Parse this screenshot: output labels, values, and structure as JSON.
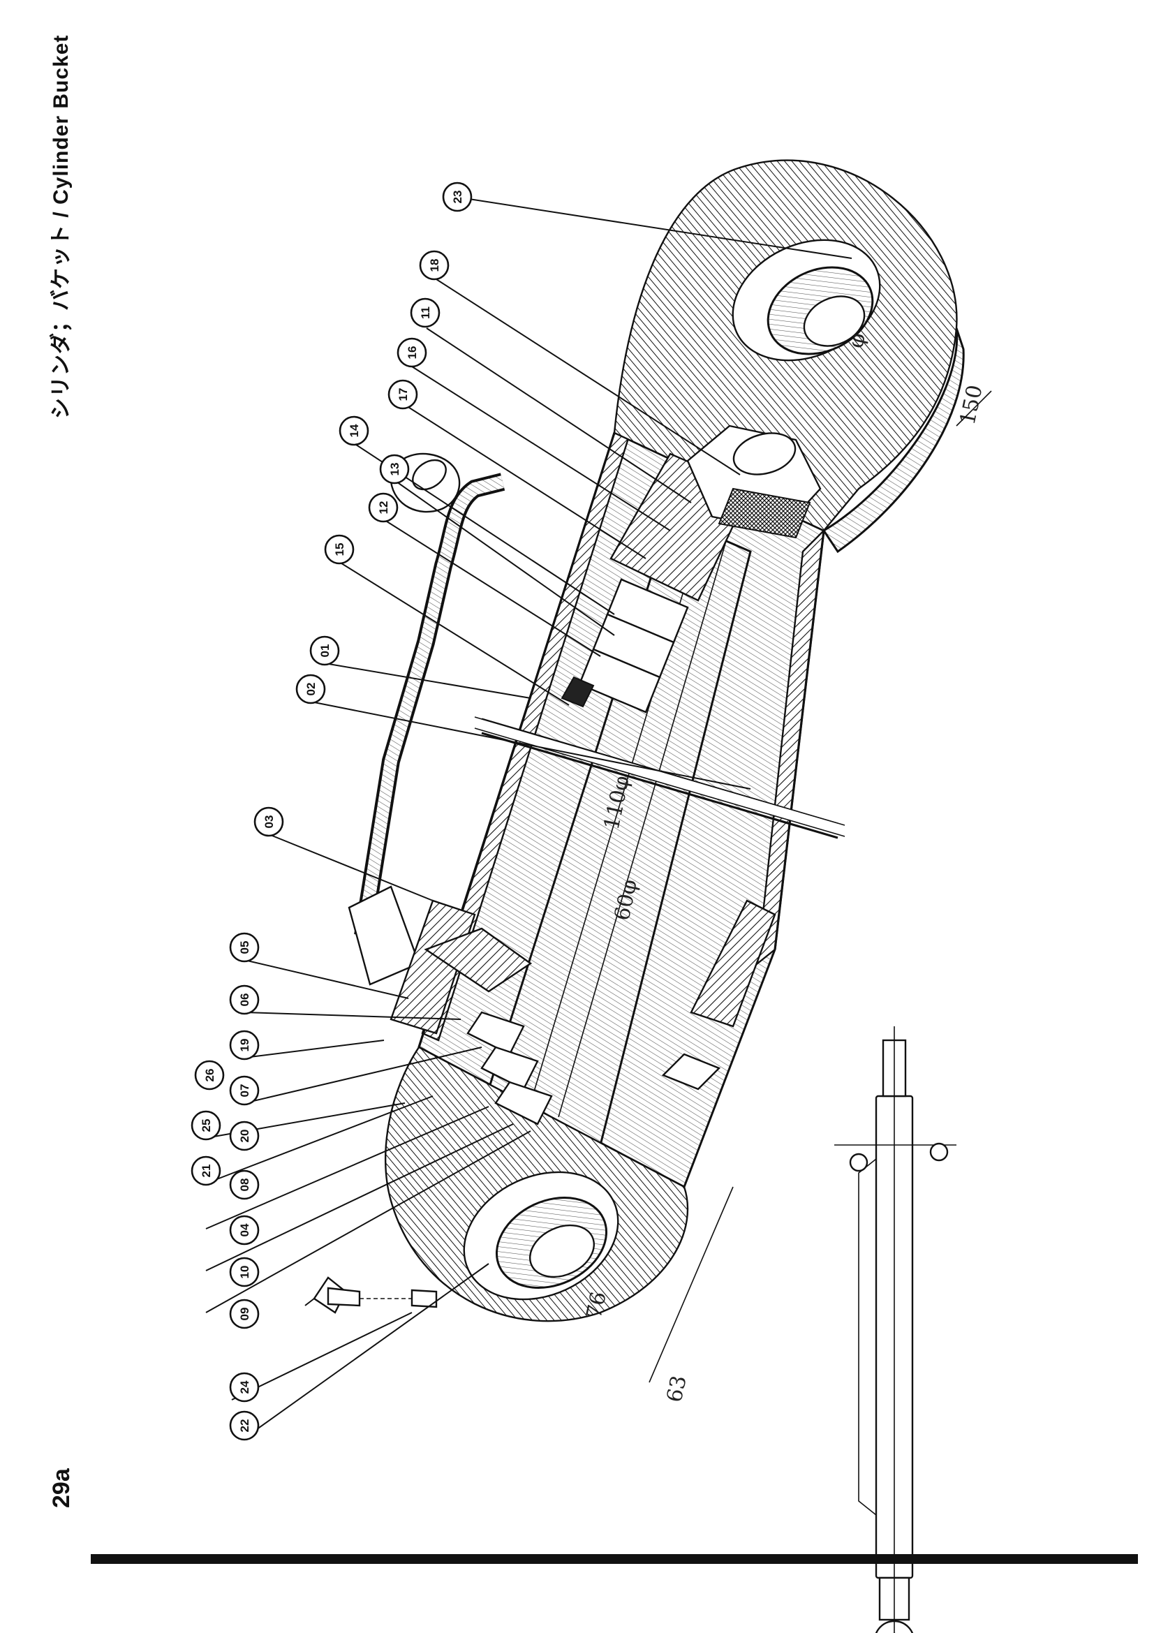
{
  "header": {
    "title": "シリンダ；バケット / Cylinder Bucket",
    "page_number": "29a"
  },
  "callouts": [
    {
      "id": "c23",
      "label": "23"
    },
    {
      "id": "c18",
      "label": "18"
    },
    {
      "id": "c11",
      "label": "11"
    },
    {
      "id": "c16",
      "label": "16"
    },
    {
      "id": "c17",
      "label": "17"
    },
    {
      "id": "c14",
      "label": "14"
    },
    {
      "id": "c13",
      "label": "13"
    },
    {
      "id": "c12",
      "label": "12"
    },
    {
      "id": "c15",
      "label": "15"
    },
    {
      "id": "c01",
      "label": "01"
    },
    {
      "id": "c02",
      "label": "02"
    },
    {
      "id": "c03",
      "label": "03"
    },
    {
      "id": "c05",
      "label": "05"
    },
    {
      "id": "c06",
      "label": "06"
    },
    {
      "id": "c19",
      "label": "19"
    },
    {
      "id": "c26",
      "label": "26"
    },
    {
      "id": "c07",
      "label": "07"
    },
    {
      "id": "c25",
      "label": "25"
    },
    {
      "id": "c20",
      "label": "20"
    },
    {
      "id": "c21",
      "label": "21"
    },
    {
      "id": "c08",
      "label": "08"
    },
    {
      "id": "c04",
      "label": "04"
    },
    {
      "id": "c10",
      "label": "10"
    },
    {
      "id": "c09",
      "label": "09"
    },
    {
      "id": "c24",
      "label": "24"
    },
    {
      "id": "c22",
      "label": "22"
    }
  ],
  "handwritten_annotations": {
    "rod_bore": "110φ",
    "rod_dia": "60φ",
    "pin_bottom": "76",
    "dim_bottom": "63",
    "pin_top": "φ",
    "dim_top": "150"
  }
}
